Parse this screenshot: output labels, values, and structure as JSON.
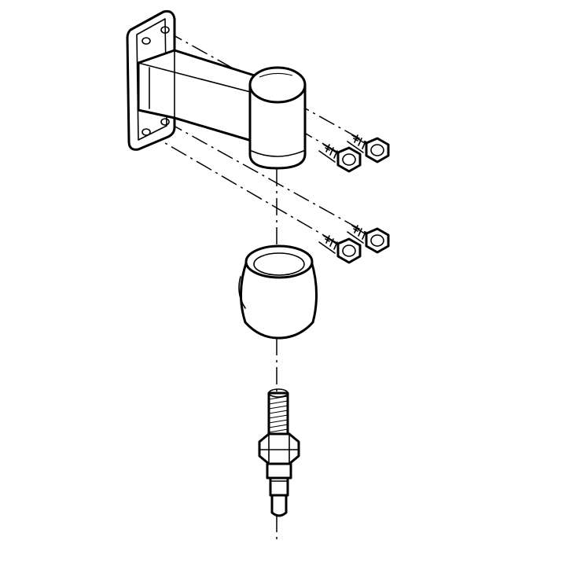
{
  "diagram": {
    "type": "exploded-assembly-line-drawing",
    "colors": {
      "line": "#000000",
      "background": "#ffffff",
      "shade": "#d9d9d9"
    },
    "parts": [
      {
        "id": "wall-bracket",
        "name": "wall-mount-bracket"
      },
      {
        "id": "screw-1",
        "name": "flange-screw"
      },
      {
        "id": "screw-2",
        "name": "flange-screw"
      },
      {
        "id": "screw-3",
        "name": "flange-screw"
      },
      {
        "id": "screw-4",
        "name": "flange-screw"
      },
      {
        "id": "sleeve",
        "name": "barrel-sleeve"
      },
      {
        "id": "stem",
        "name": "threaded-stem-with-nut"
      }
    ]
  }
}
